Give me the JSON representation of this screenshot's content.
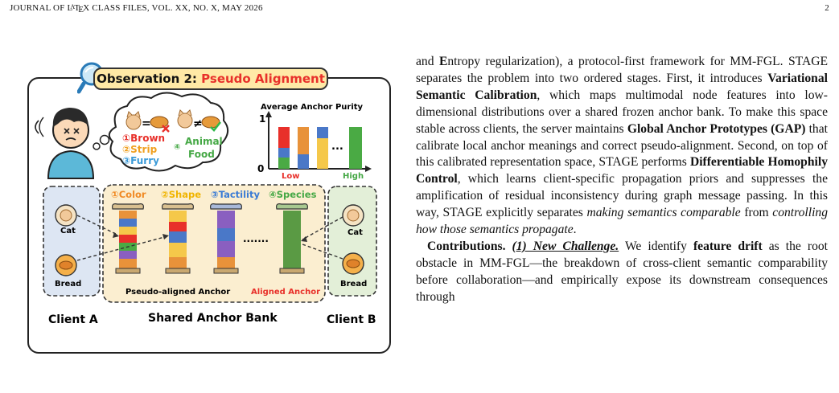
{
  "header": {
    "journal_pre": "JOURNAL OF L",
    "latex_a": "A",
    "latex_t": "T",
    "latex_e": "E",
    "journal_post": "X CLASS FILES, VOL. XX, NO. X, MAY 2026",
    "page_number": "2"
  },
  "figure": {
    "observation_prefix": "Observation 2: ",
    "observation_highlight": "Pseudo Alignment",
    "thought": {
      "equals": "=",
      "not_equals": "≠",
      "left_items": [
        "①Brown",
        "②Strip",
        "③Furry"
      ],
      "right_marker": "④",
      "right_line1": "Animal",
      "right_line2": "Food"
    },
    "purity_chart": {
      "title": "Average Anchor Purity",
      "y_top": "1",
      "y_bottom": "0",
      "low_label": "Low",
      "high_label": "High",
      "ellipsis": "..."
    },
    "client_a": {
      "label": "Client A",
      "item1": "Cat",
      "item2": "Bread"
    },
    "client_b": {
      "label": "Client B",
      "item1": "Cat",
      "item2": "Bread"
    },
    "bank": {
      "label": "Shared Anchor Bank",
      "attributes": [
        {
          "text": "①Color",
          "color": "#f08a24"
        },
        {
          "text": "②Shape",
          "color": "#f0b400"
        },
        {
          "text": "③Tactility",
          "color": "#3a7bd5"
        },
        {
          "text": "④Species",
          "color": "#45a845"
        }
      ],
      "pseudo_label": "Pseudo-aligned Anchor",
      "aligned_label": "Aligned Anchor",
      "dots": "·······"
    },
    "colors": {
      "orange": "#e8923a",
      "blue": "#4a78c8",
      "green": "#4aaa44",
      "red": "#e8302a",
      "yellow": "#f5c84a",
      "purple": "#8a5fc0",
      "pillar": "#5a9a44"
    }
  },
  "body": {
    "p1": [
      "and ",
      {
        "b": "E"
      },
      "ntropy regularization), a protocol-first framework for MM-FGL. STAGE separates the problem into two ordered stages. First, it introduces ",
      {
        "b": "Variational Semantic Calibration"
      },
      ", which maps multimodal node features into low-dimensional distributions over a shared frozen anchor bank. To make this space stable across clients, the server maintains ",
      {
        "b": "Global Anchor Prototypes (GAP)"
      },
      " that calibrate local anchor meanings and correct pseudo-alignment. Second, on top of this calibrated representation space, STAGE performs ",
      {
        "b": "Differentiable Homophily Control"
      },
      ", which learns client-specific propagation priors and suppresses the amplification of residual inconsistency during graph message passing. In this way, STAGE explicitly separates ",
      {
        "i": "making semantics comparable"
      },
      " from ",
      {
        "i": "controlling how those semantics propagate"
      },
      "."
    ],
    "p2": [
      {
        "b": "Contributions. "
      },
      {
        "bi": "(1) New Challenge."
      },
      " We identify ",
      {
        "b": "feature drift"
      },
      " as the root obstacle in MM-FGL—the breakdown of cross-client semantic comparability before collaboration—and empirically expose its downstream consequences through"
    ]
  }
}
